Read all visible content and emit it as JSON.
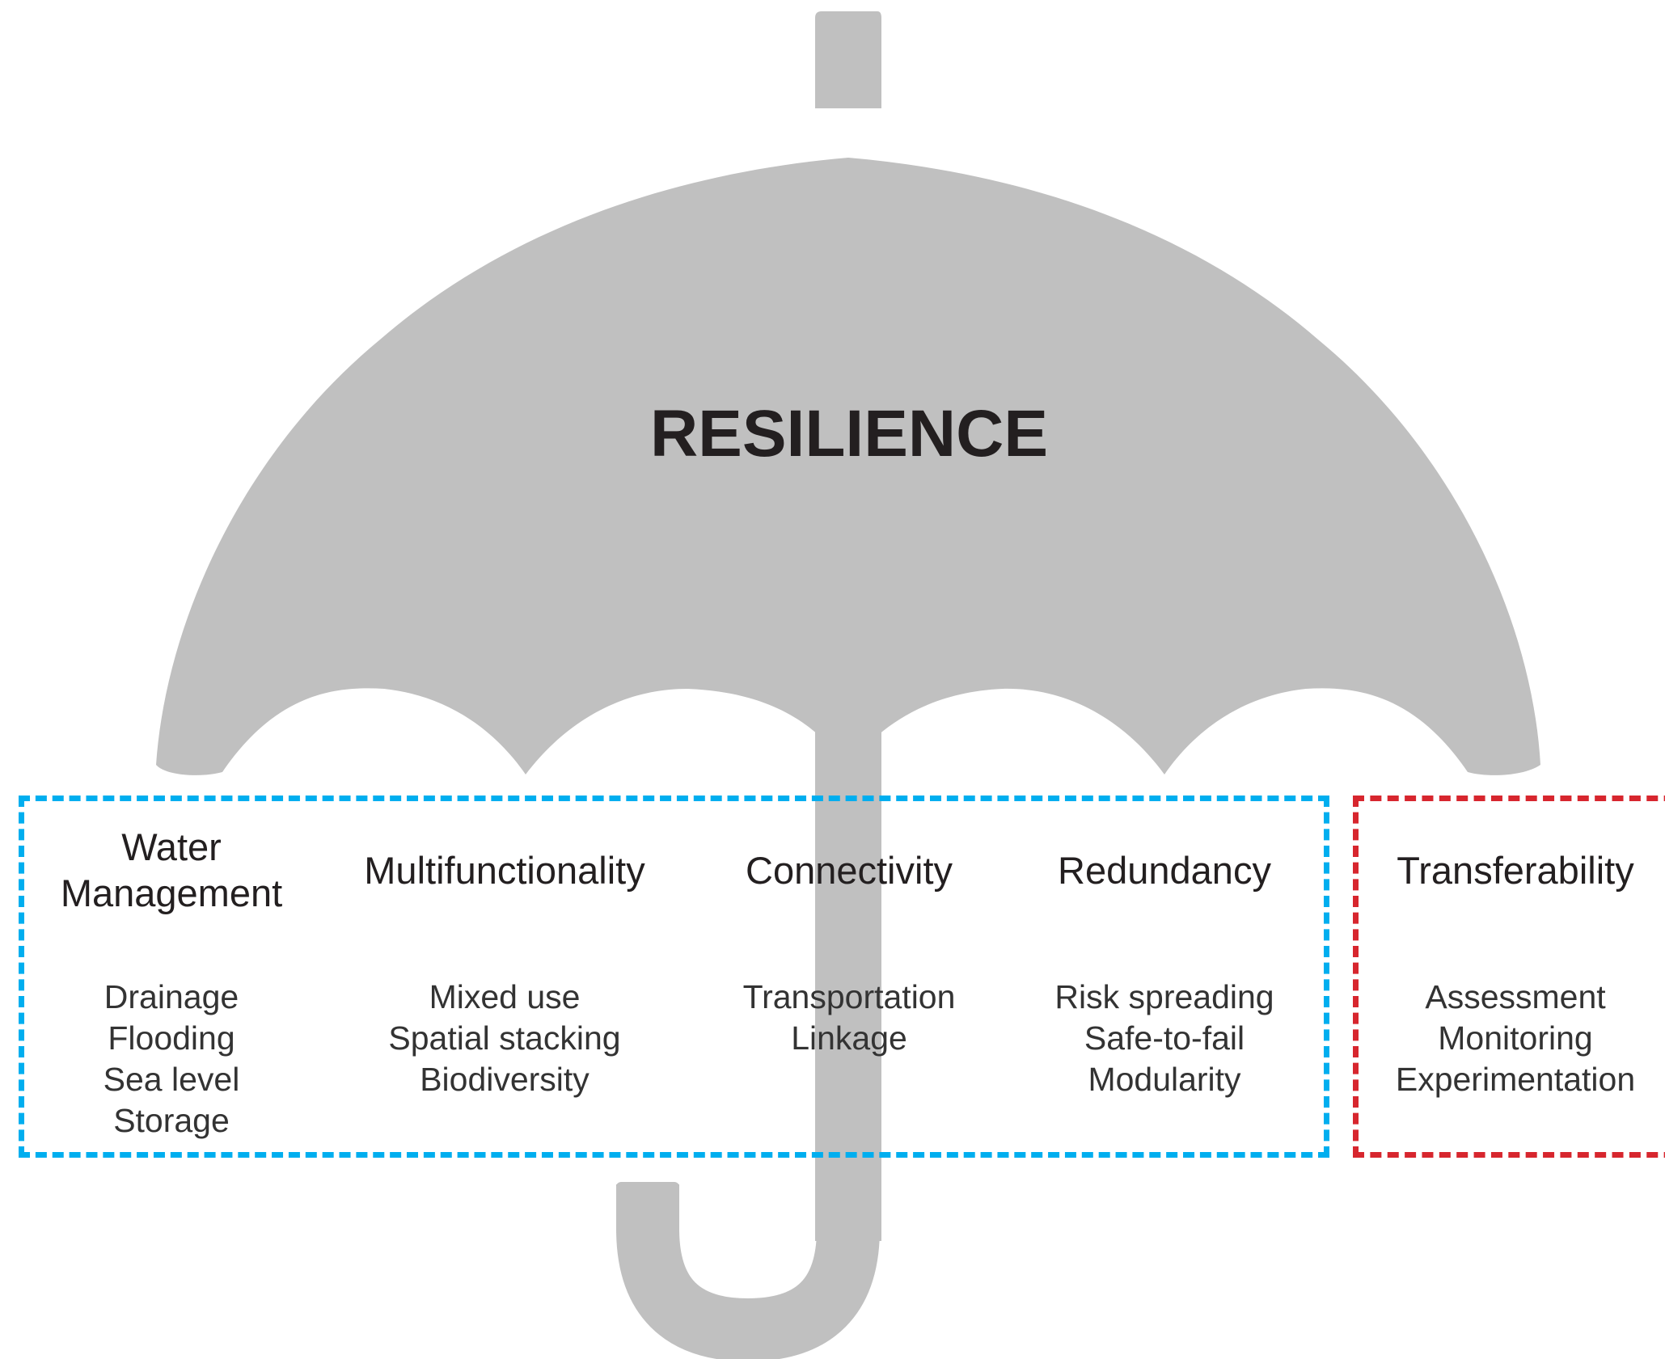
{
  "title": "RESILIENCE",
  "colors": {
    "umbrella": "#c0c0c0",
    "group_border": "#00aeef",
    "extra_border": "#d7262e",
    "text": "#231f20"
  },
  "groups": [
    {
      "heading_lines": [
        "Water",
        "Management"
      ],
      "items": [
        "Drainage",
        "Flooding",
        "Sea level",
        "Storage"
      ]
    },
    {
      "heading_lines": [
        "Multifunctionality"
      ],
      "items": [
        "Mixed use",
        "Spatial stacking",
        "Biodiversity"
      ]
    },
    {
      "heading_lines": [
        "Connectivity"
      ],
      "items": [
        "Transportation",
        "Linkage"
      ]
    },
    {
      "heading_lines": [
        "Redundancy"
      ],
      "items": [
        "Risk spreading",
        "Safe-to-fail",
        "Modularity"
      ]
    },
    {
      "heading_lines": [
        "Transferability"
      ],
      "items": [
        "Assessment",
        "Monitoring",
        "Experimentation"
      ]
    }
  ]
}
